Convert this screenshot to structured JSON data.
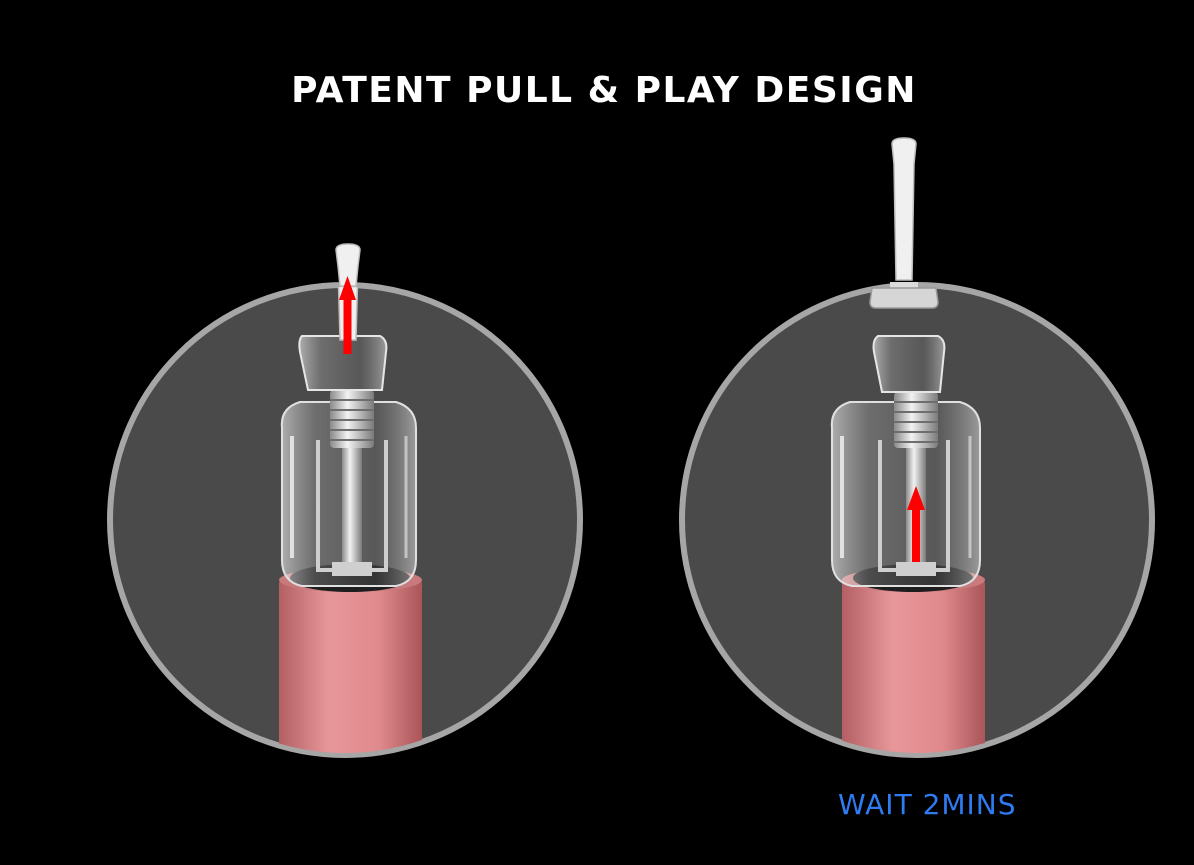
{
  "heading": {
    "title": "PATENT PULL & PLAY DESIGN"
  },
  "steps": [
    {
      "id": "pull",
      "arrow_direction": "up",
      "mouthpiece_state": "pulled"
    },
    {
      "id": "wait",
      "arrow_direction": "up",
      "mouthpiece_state": "removed",
      "caption": "WAIT 2MINS"
    }
  ],
  "colors": {
    "background": "#000000",
    "circle_fill": "#4a4a4a",
    "circle_border": "#a6a6a6",
    "arrow": "#ff0000",
    "battery": "#e48c8c",
    "caption": "#2f7bf2"
  },
  "icons": [
    "cartridge-illustration",
    "red-arrow-icon",
    "mouthpiece-icon"
  ]
}
